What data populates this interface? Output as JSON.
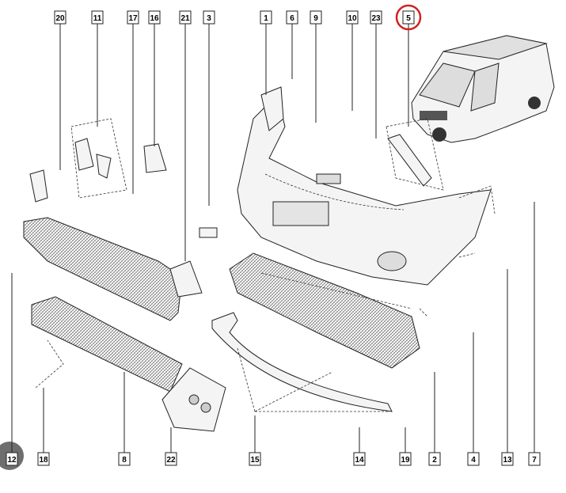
{
  "diagram": {
    "title_labels_top": [
      "20",
      "11",
      "17",
      "16",
      "21",
      "3",
      "1",
      "6",
      "9",
      "10",
      "23",
      "5"
    ],
    "title_labels_bottom": [
      "12",
      "18",
      "8",
      "22",
      "15",
      "14",
      "19",
      "2",
      "4",
      "13",
      "7"
    ],
    "highlighted_label": "5",
    "highlight_color": "#d42020"
  }
}
